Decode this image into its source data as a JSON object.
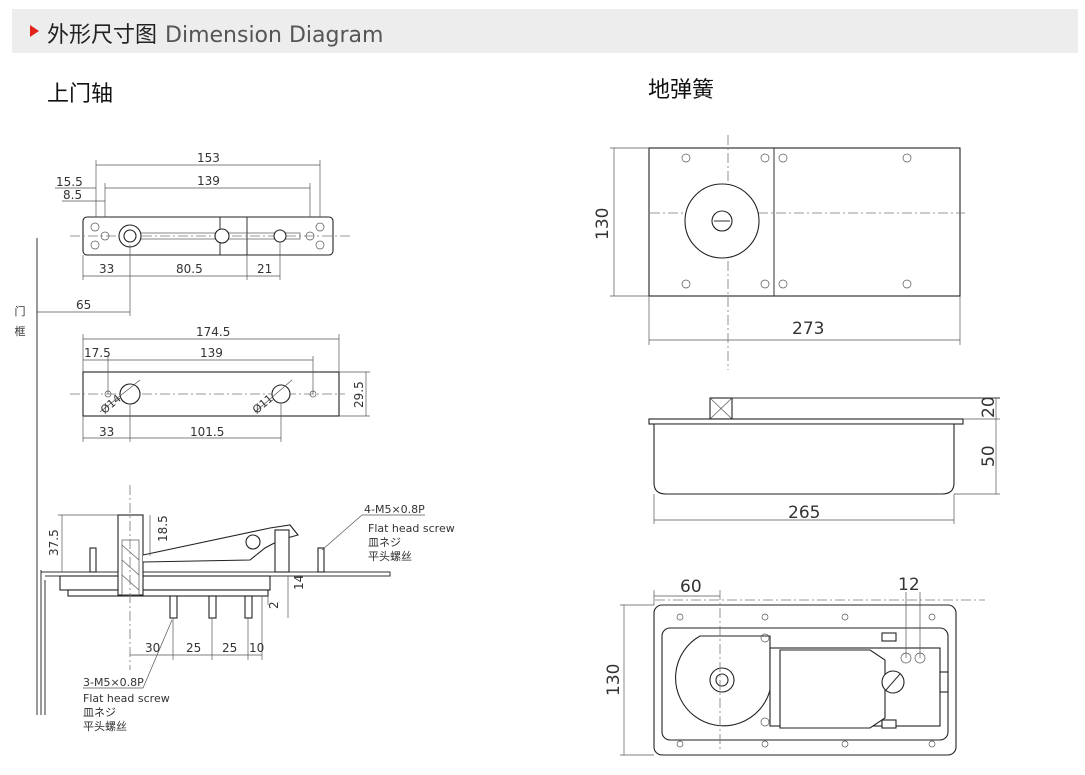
{
  "header": {
    "title_cn": "外形尺寸图",
    "title_en": "Dimension Diagram",
    "accent_color": "#e2231a"
  },
  "sections": {
    "left_title": "上门轴",
    "right_title": "地弹簧"
  },
  "frame_label": "门框",
  "top_pivot_plate": {
    "overall_length": "153",
    "hole_span": "139",
    "edge_offset": "15.5",
    "hole_offset": "8.5",
    "dim_a": "33",
    "dim_b": "80.5",
    "dim_c": "21",
    "frame_offset": "65"
  },
  "strap_plate": {
    "overall_length": "174.5",
    "hole_span": "139",
    "edge_offset": "17.5",
    "hole_small": "Ø14",
    "hole_large": "Ø11",
    "height": "29.5",
    "dim_a": "33",
    "dim_b": "101.5"
  },
  "side_view": {
    "dim_height": "37.5",
    "dim_pin": "18.5",
    "dim_thickness": "14",
    "dim_gap": "2",
    "dim_a": "30",
    "dim_b": "25",
    "dim_c": "25",
    "dim_d": "10",
    "screw_top": {
      "spec": "4-M5×0.8P",
      "en": "Flat head screw",
      "jp": "皿ネジ",
      "cn": "平头螺丝"
    },
    "screw_bottom": {
      "spec": "3-M5×0.8P",
      "en": "Flat head screw",
      "jp": "皿ネジ",
      "cn": "平头螺丝"
    }
  },
  "floor_spring": {
    "top_width": "273",
    "top_height": "130",
    "box_width": "265",
    "box_depth": "50",
    "cover_thickness": "20",
    "bottom_offset": "60",
    "bottom_offset_2": "12",
    "bottom_height": "130"
  }
}
